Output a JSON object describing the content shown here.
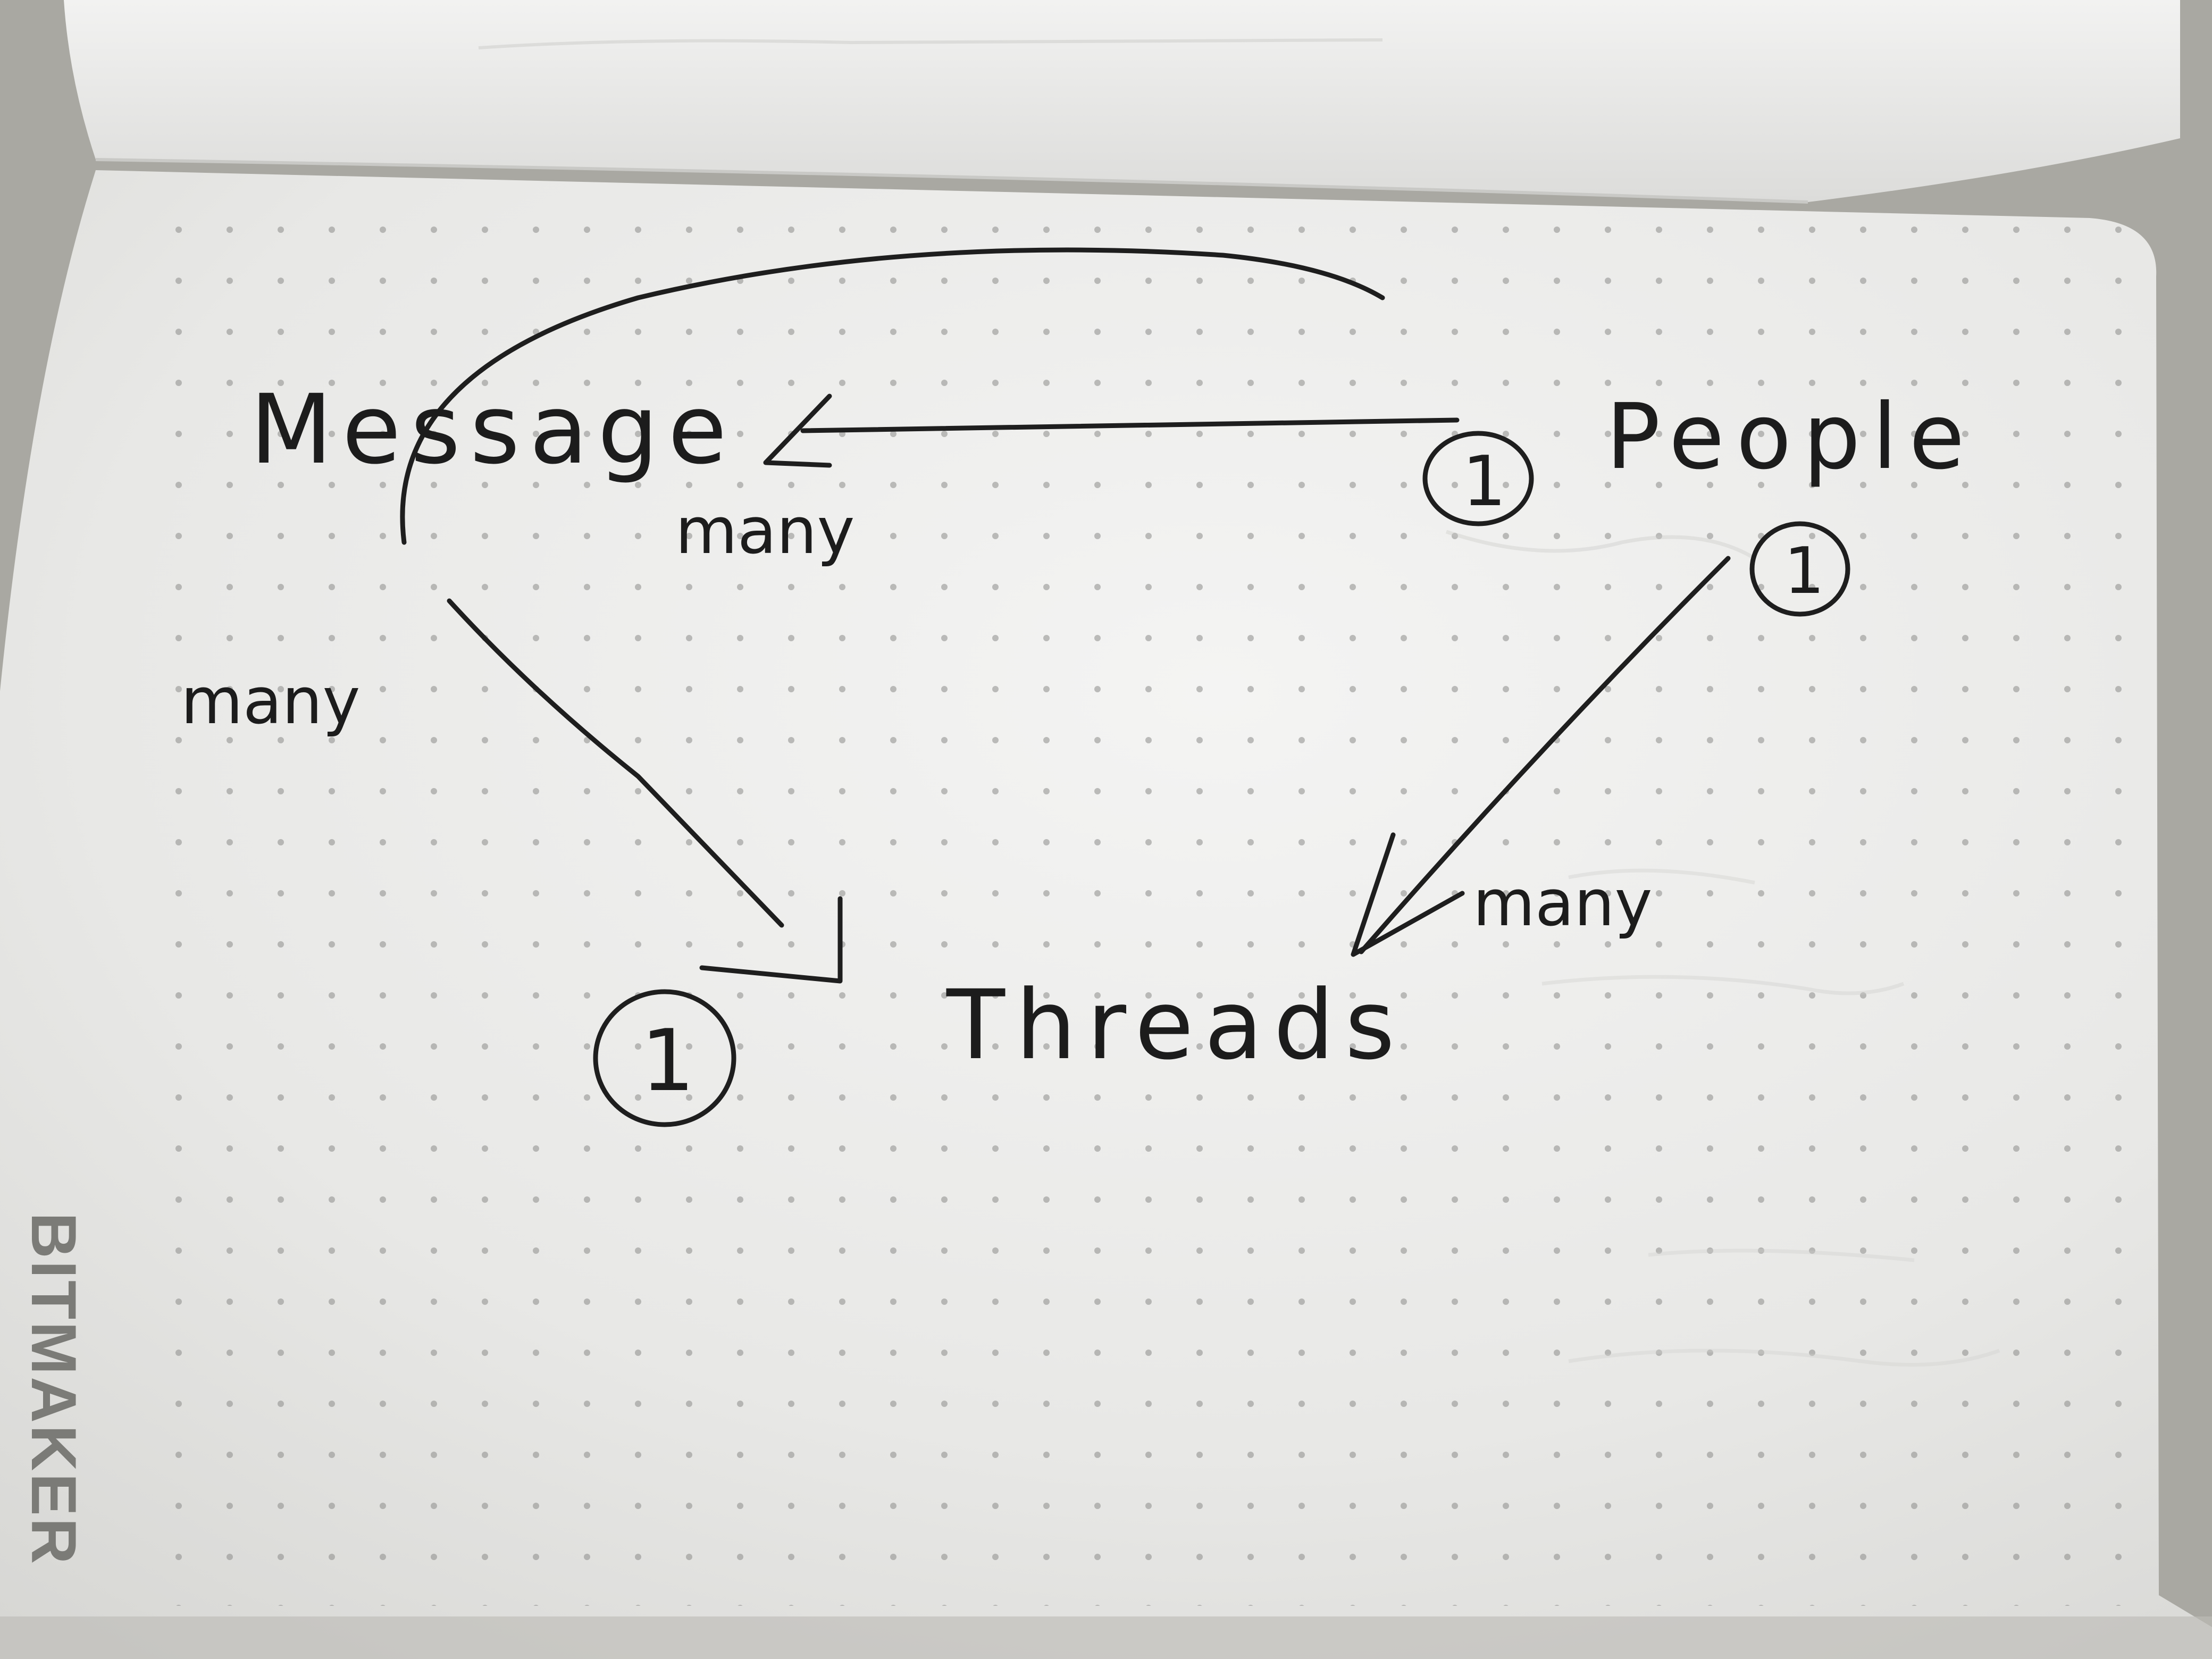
{
  "notebook": {
    "brand": "BITMAKER",
    "paper_color": "#ececec",
    "ink_color": "#1e1e1e"
  },
  "diagram": {
    "nodes": {
      "message": "Message",
      "people": "People",
      "threads": "Threads"
    },
    "edge_labels": {
      "message_people_many": "many",
      "message_threads_many": "many",
      "people_threads_many": "many"
    },
    "circled_labels": {
      "people_to_message_one": "1",
      "people_to_threads_one": "1",
      "threads_to_message_one": "1"
    }
  }
}
